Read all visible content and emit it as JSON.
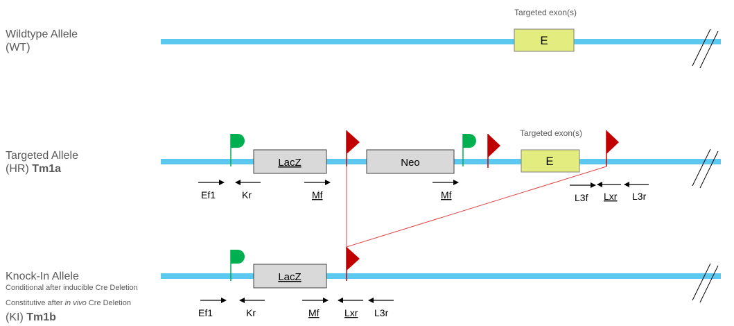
{
  "colors": {
    "dna_line": "#5bc8f0",
    "exon_fill": "#e3ec7e",
    "box_fill": "#d9d9d9",
    "frt_flag": "#00b050",
    "loxp_flag": "#c00000",
    "deletion_line": "#e04040",
    "label_text": "#595959"
  },
  "wildtype": {
    "name": "Wildtype Allele",
    "code": "(WT)",
    "exon_caption": "Targeted exon(s)",
    "exon_label": "E"
  },
  "targeted": {
    "name": "Targeted Allele",
    "code": "(HR)",
    "code_bold": "Tm1a",
    "lacz_label": "LacZ",
    "neo_label": "Neo",
    "exon_caption": "Targeted exon(s)",
    "exon_label": "E",
    "primers": [
      "Ef1",
      "Kr",
      "Mf",
      "Mf",
      "L3f",
      "Lxr",
      "L3r"
    ]
  },
  "knockin": {
    "name": "Knock-In Allele",
    "note1": "Conditional after inducible Cre Deletion",
    "note2_pre": "Constitutive after ",
    "note2_em": "in vivo",
    "note2_post": " Cre Deletion",
    "code": "(KI)",
    "code_bold": "Tm1b",
    "lacz_label": "LacZ",
    "primers": [
      "Ef1",
      "Kr",
      "Mf",
      "Lxr",
      "L3r"
    ]
  }
}
